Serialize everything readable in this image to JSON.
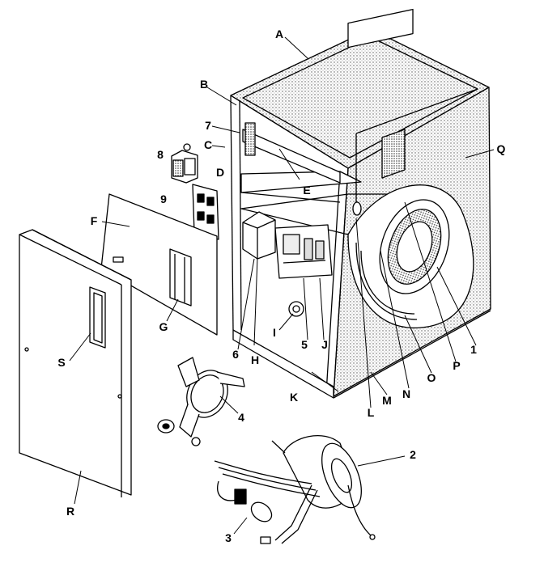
{
  "labels": {
    "A": "A",
    "B": "B",
    "C": "C",
    "D": "D",
    "E": "E",
    "F": "F",
    "G": "G",
    "H": "H",
    "I": "I",
    "J": "J",
    "K": "K",
    "L": "L",
    "M": "M",
    "N": "N",
    "O": "O",
    "P": "P",
    "Q": "Q",
    "R": "R",
    "S": "S",
    "n1": "1",
    "n2": "2",
    "n3": "3",
    "n4": "4",
    "n5": "5",
    "n6": "6",
    "n7": "7",
    "n8": "8",
    "n9": "9"
  },
  "colors": {
    "ink": "#000000",
    "paper": "#ffffff",
    "stipple": "#555555"
  }
}
